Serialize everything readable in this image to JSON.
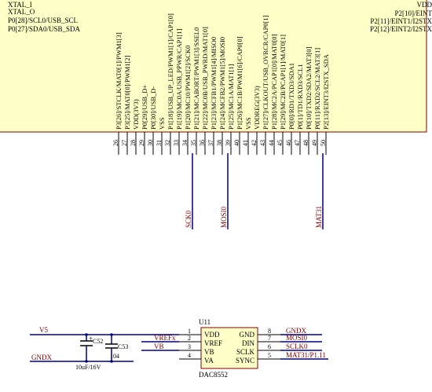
{
  "mcu": {
    "left_pins": [
      "XTAL_I",
      "XTAL_O",
      "P0[28]/SCL0/USB_SCL",
      "P0[27]/SDA0/USB_SDA"
    ],
    "right_pins": [
      "VDD",
      "P2[10]/EINT",
      "P2[11]/EINT1/I2STX",
      "P2[12]/EINT2/I2STX"
    ],
    "bottom_pins": [
      {
        "num": "26",
        "label": "P3[26]/STCLK/MAT0[1]/PWM1[3]"
      },
      {
        "num": "27",
        "label": "P3[25]/MAT0[0]/PWM1[2]"
      },
      {
        "num": "28",
        "label": "VDD(3V3)"
      },
      {
        "num": "29",
        "label": "P0[29]/USB_D+"
      },
      {
        "num": "30",
        "label": "P0[30]/USB_D-"
      },
      {
        "num": "31",
        "label": "VSS"
      },
      {
        "num": "32",
        "label": "P1[18]/USB_UP_LED/PWM1[1]/CAP1[0]"
      },
      {
        "num": "33",
        "label": "P1[19]/MC0A/USB_PPWR/CAP1[1]"
      },
      {
        "num": "34",
        "label": "P1[20]/MC10/PWM1[2]/SCK0"
      },
      {
        "num": "35",
        "label": "P1[21]/MCABORT/PWM1[3]/SSEL0"
      },
      {
        "num": "36",
        "label": "P1[22]/MC0B/USB_PWRD/MAT1[0]"
      },
      {
        "num": "37",
        "label": "P1[23]/MCFB1/PWM1[4]/MISO0"
      },
      {
        "num": "38",
        "label": "P1[24]/MCFB2/PWM1[5]/MOSI0"
      },
      {
        "num": "39",
        "label": "P1[25]/MC1A/MAT1[1]"
      },
      {
        "num": "40",
        "label": "P1[26]/MC1B/PWM1[6]/CAP0[0]"
      },
      {
        "num": "41",
        "label": "VSS"
      },
      {
        "num": "42",
        "label": "VDDREG(3V3)"
      },
      {
        "num": "43",
        "label": "P1[27]/CLKOUT/USB_OVRCR/CAP0[1]"
      },
      {
        "num": "44",
        "label": "P1[28]/MC2A/PCAP1[0]/MAT0[0]"
      },
      {
        "num": "45",
        "label": "P1[29]/MC2B/PCAP1[1]/MAT0[1]"
      },
      {
        "num": "46",
        "label": "P0[0]/RD1/TXD3/SDA1"
      },
      {
        "num": "47",
        "label": "P0[1]/TD1/RXD3/SCL1"
      },
      {
        "num": "48",
        "label": "P0[10]/TXD2/SDA2/MAT3[0]"
      },
      {
        "num": "49",
        "label": "P0[11]/RXD2/SCL2/MAT3[1]"
      },
      {
        "num": "50",
        "label": "P2[13]/EINT3/I2STX_SDA"
      }
    ],
    "nets": [
      "SCK0",
      "MOSI0",
      "MAT31"
    ]
  },
  "dac": {
    "ref": "U11",
    "part": "DAC8552",
    "pins_left": [
      {
        "num": "1",
        "name": "VDD"
      },
      {
        "num": "2",
        "name": "VREF"
      },
      {
        "num": "3",
        "name": "VB"
      },
      {
        "num": "4",
        "name": "VA"
      }
    ],
    "pins_right": [
      {
        "num": "8",
        "name": "GND",
        "net": "GNDX"
      },
      {
        "num": "7",
        "name": "DIN",
        "net": "MOSI0"
      },
      {
        "num": "6",
        "name": "SCLK",
        "net": "SCLK0"
      },
      {
        "num": "5",
        "name": "SYNC",
        "net": "MAT31/P1.11"
      }
    ],
    "left_nets": {
      "v5": "V5",
      "gndx": "GNDX",
      "vrefx": "VREFx",
      "vb": "VB"
    },
    "caps": {
      "c52": "C52",
      "c52_val": "10uF/16V",
      "c53": "C53",
      "c53_val": "104",
      "plus": "+"
    }
  },
  "colors": {
    "ic_fill": "#FFFFC8",
    "wire": "#000080",
    "pin": "#000000",
    "net": "#800000",
    "text": "#000000"
  }
}
